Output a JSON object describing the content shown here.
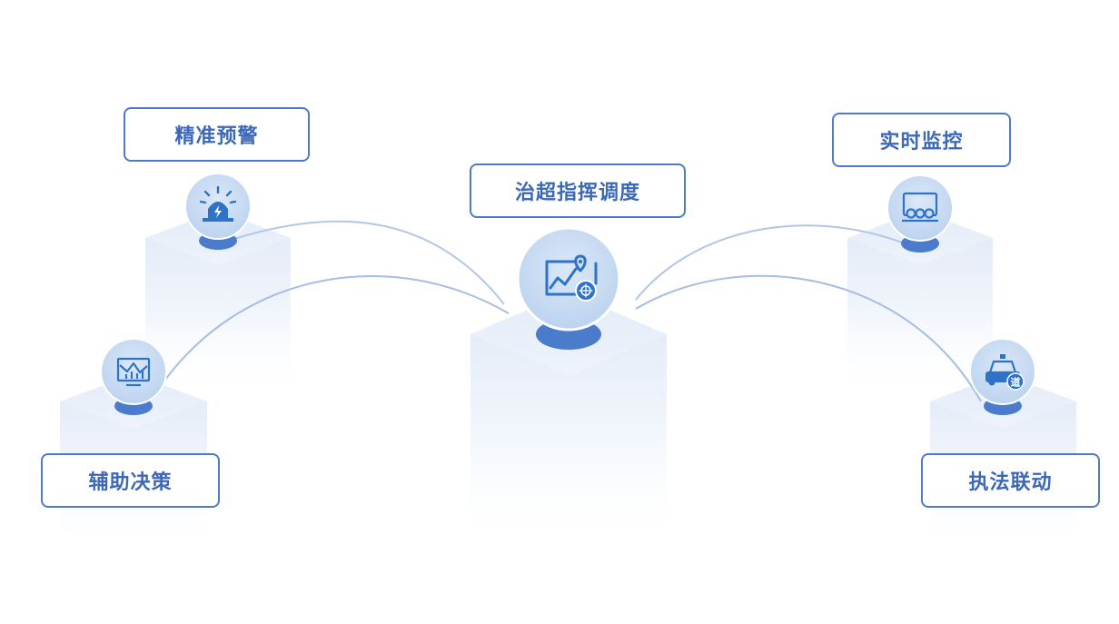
{
  "nodes": {
    "warning": {
      "label": "精准预警",
      "icon": "alarm-light-icon"
    },
    "command": {
      "label": "治超指挥调度",
      "icon": "monitor-chart-location-icon"
    },
    "monitor": {
      "label": "实时监控",
      "icon": "surveillance-screen-icon"
    },
    "decision": {
      "label": "辅助决策",
      "icon": "monitor-bar-chart-icon"
    },
    "linkage": {
      "label": "执法联动",
      "icon": "police-car-icon"
    }
  },
  "colors": {
    "label_text": "#3d68b8",
    "label_border": "#4f7ac7",
    "icon_blue": "#2f73c9",
    "circle_fill": "#c9dcf3",
    "base_oval": "#4b7ccc",
    "pillar_top": "#e6eef9",
    "connector": "#a9bfe3"
  }
}
